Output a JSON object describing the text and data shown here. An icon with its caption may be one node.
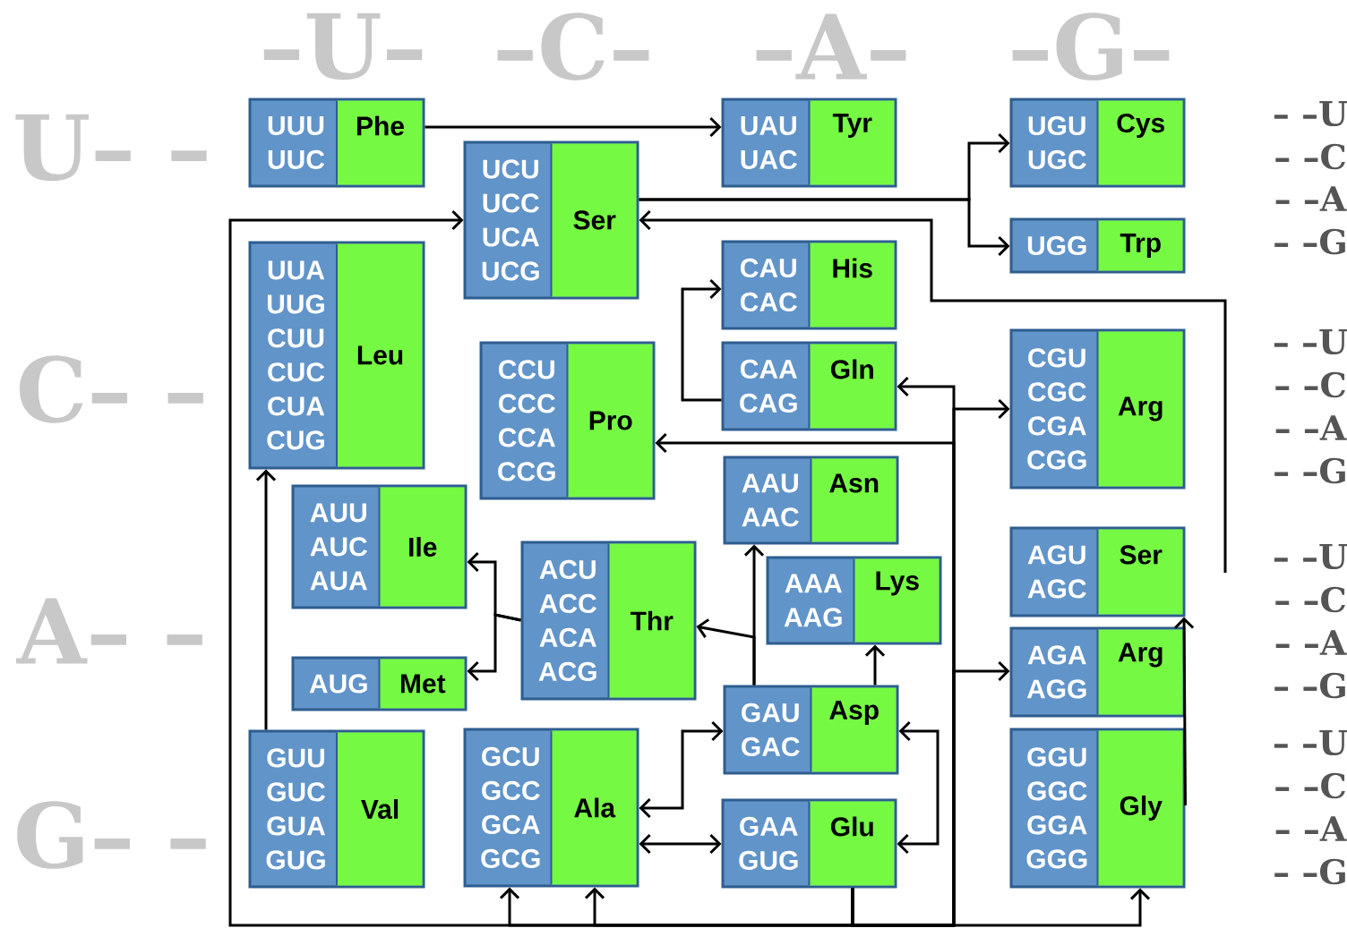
{
  "diagram": {
    "nodes": [
      {
        "text": [
          "UUU UUC",
          "Phe"
        ]
      },
      {
        "text": [
          "UAU UAC",
          "Tyr"
        ]
      },
      {
        "text": [
          "UGU UGC",
          "Cys"
        ]
      },
      {
        "text": [
          "UCU UCC UCA UCG",
          "Ser"
        ]
      },
      {
        "text": [
          "UGG",
          "Trp"
        ]
      },
      {
        "text": [
          "UUA UUG CUU CUC CUA CUG",
          "Leu"
        ]
      },
      {
        "text": [
          "CAU CAC",
          "His"
        ]
      },
      {
        "text": [
          "CAA CAG",
          "Gln"
        ]
      },
      {
        "text": [
          "CGU CGC CGA CGG",
          "Arg"
        ]
      },
      {
        "text": [
          "CCU CCC CCA CCG",
          "Pro"
        ]
      },
      {
        "text": [
          "AAU AAC",
          "Asn"
        ]
      },
      {
        "text": [
          "AUU AUC AUA",
          "Ile"
        ]
      },
      {
        "text": [
          "ACU ACC ACA ACG",
          "Thr"
        ]
      },
      {
        "text": [
          "AAA AAG",
          "Lys"
        ]
      },
      {
        "text": [
          "AGU AGC",
          "Ser"
        ]
      },
      {
        "text": [
          "AGA AGG",
          "Arg"
        ]
      },
      {
        "text": [
          "AUG",
          "Met"
        ]
      },
      {
        "text": [
          "GAU GAC",
          "Asp"
        ]
      },
      {
        "text": [
          "GUU GUC GUA GUG",
          "Val"
        ]
      },
      {
        "text": [
          "GCU GCC GCA GCG",
          "Ala"
        ]
      },
      {
        "text": [
          "GAA GUG",
          "Glu"
        ]
      },
      {
        "text": [
          "GGU GGC GGA GGG",
          "Gly"
        ]
      }
    ],
    "edges": [
      {
        "from": 0,
        "to": 1,
        "arrow": "to"
      },
      {
        "from": 3,
        "to": 2,
        "arrow": "to"
      },
      {
        "from": 3,
        "to": 4,
        "arrow": "to"
      },
      {
        "from": null,
        "to": 3,
        "arrow": "to"
      },
      {
        "from": 7,
        "to": 6,
        "arrow": "to"
      },
      {
        "from": 20,
        "to": 7,
        "arrow": "to"
      },
      {
        "from": 20,
        "to": 8,
        "arrow": "to"
      },
      {
        "from": 20,
        "to": 9,
        "arrow": "to"
      },
      {
        "from": 20,
        "to": 15,
        "arrow": "to"
      },
      {
        "from": 18,
        "to": 5,
        "arrow": "to"
      },
      {
        "from": 12,
        "to": 11,
        "arrow": "to"
      },
      {
        "from": 12,
        "to": 16,
        "arrow": "to"
      },
      {
        "from": 17,
        "to": 10,
        "arrow": "to"
      },
      {
        "from": 17,
        "to": 12,
        "arrow": "to"
      },
      {
        "from": 17,
        "to": 13,
        "arrow": "to"
      },
      {
        "from": 19,
        "to": 17,
        "arrow": "both"
      },
      {
        "from": 19,
        "to": 20,
        "arrow": "both"
      },
      {
        "from": 17,
        "to": 20,
        "arrow": "both"
      },
      {
        "from": 20,
        "to": 19,
        "arrow": "to"
      },
      {
        "from": 20,
        "to": 19,
        "arrow": "to"
      },
      {
        "from": 20,
        "to": 3,
        "arrow": "to"
      },
      {
        "from": 20,
        "to": 21,
        "arrow": "to"
      },
      {
        "from": 21,
        "to": 14,
        "arrow": "to"
      }
    ],
    "labels": [
      "–U–",
      "–C–",
      "–A–",
      "–G–",
      "U– –",
      "C– –",
      "A– –",
      "G– –",
      "– –U",
      "– –C",
      "– –A",
      "– –G",
      "– –U",
      "– –C",
      "– –A",
      "– –G",
      "– –U",
      "– –C",
      "– –A",
      "– –G",
      "– –U",
      "– –C",
      "– –A",
      "– –G"
    ]
  }
}
